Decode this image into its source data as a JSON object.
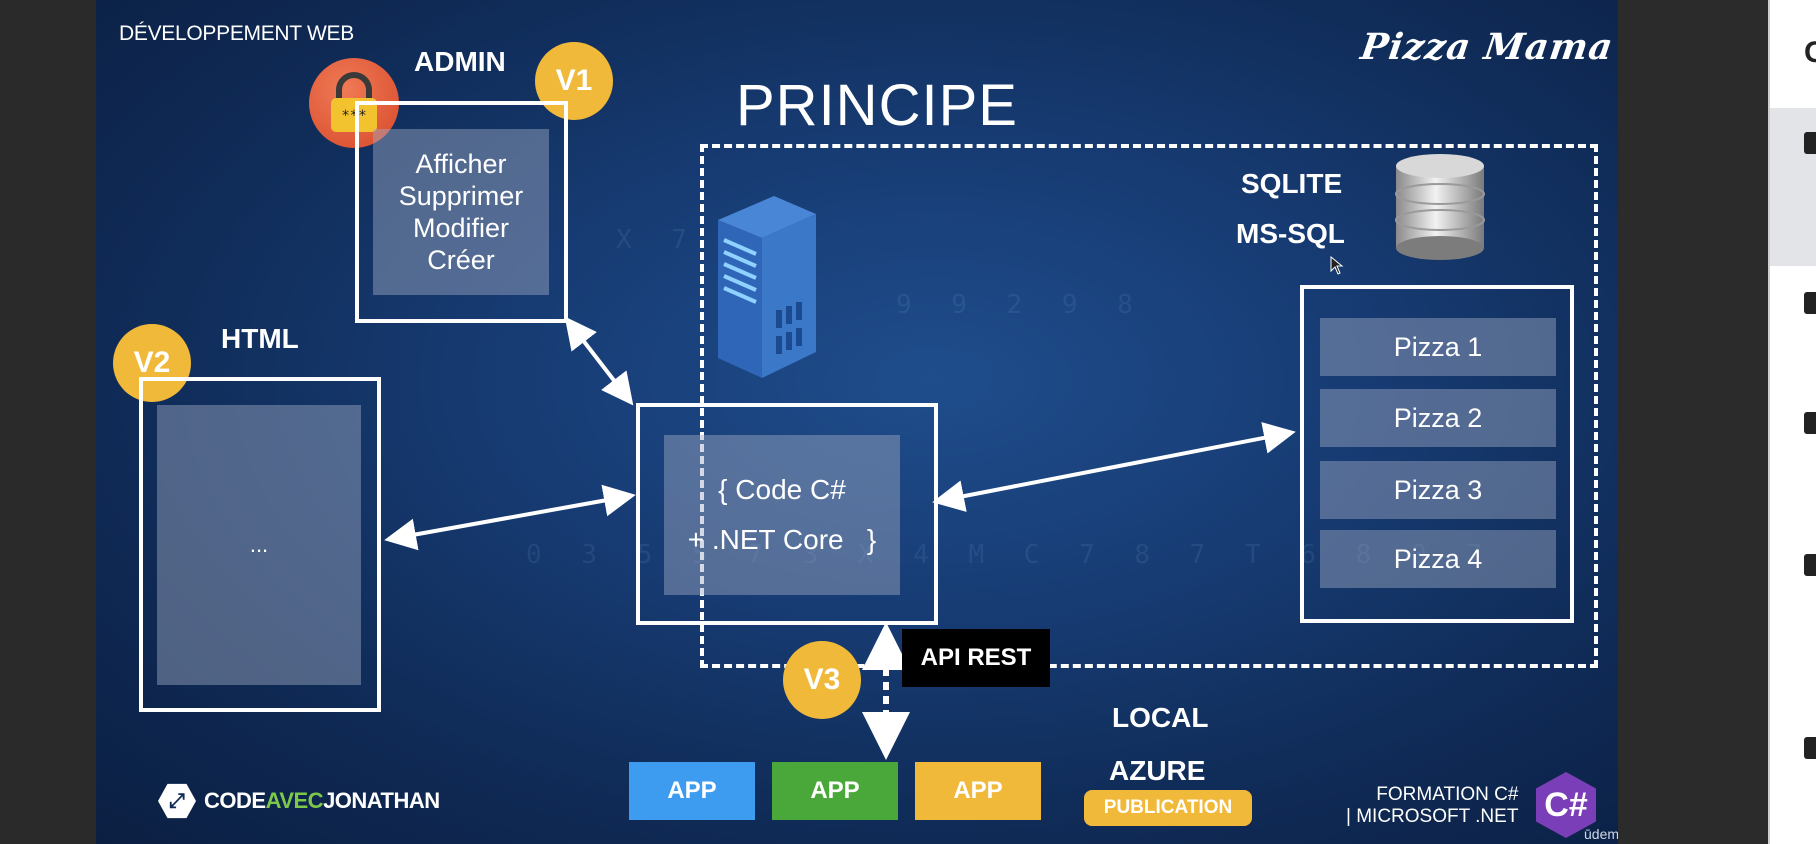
{
  "header": {
    "section": "DÉVELOPPEMENT WEB",
    "brand": "Pizza Mama",
    "title": "PRINCIPE"
  },
  "admin": {
    "label": "ADMIN",
    "badge": "V1",
    "actions": [
      "Afficher",
      "Supprimer",
      "Modifier",
      "Créer"
    ]
  },
  "html_block": {
    "label": "HTML",
    "badge": "V2",
    "content": "..."
  },
  "server": {
    "code_line1": "{ Code C#",
    "code_line2": "+ .NET Core   }"
  },
  "database": {
    "label1": "SQLITE",
    "label2": "MS-SQL",
    "items": [
      "Pizza 1",
      "Pizza 2",
      "Pizza 3",
      "Pizza 4"
    ]
  },
  "api": {
    "badge": "V3",
    "label": "API REST",
    "apps": [
      {
        "label": "APP",
        "color": "#3d9cf0"
      },
      {
        "label": "APP",
        "color": "#4aa83a"
      },
      {
        "label": "APP",
        "color": "#f0b93a"
      }
    ]
  },
  "deploy": {
    "local": "LOCAL",
    "azure": "AZURE",
    "publication": "PUBLICATION"
  },
  "footer": {
    "brand_part1": "CODE",
    "brand_part2": "AVEC",
    "brand_part3": "JONATHAN",
    "formation_line1": "FORMATION C#",
    "formation_line2": "| MICROSOFT .NET",
    "csharp_icon": "C#",
    "udemy": "ūdemy"
  },
  "right_panel": {
    "letter": "C"
  },
  "colors": {
    "accent_yellow": "#f0b93a",
    "slide_bg": "#173c74",
    "app_blue": "#3d9cf0",
    "app_green": "#4aa83a",
    "app_yellow": "#f0b93a"
  },
  "icons": {
    "lock": "padlock-icon",
    "server": "server-tower-icon",
    "database": "database-cylinder-icon",
    "cursor": "mouse-cursor-icon"
  }
}
